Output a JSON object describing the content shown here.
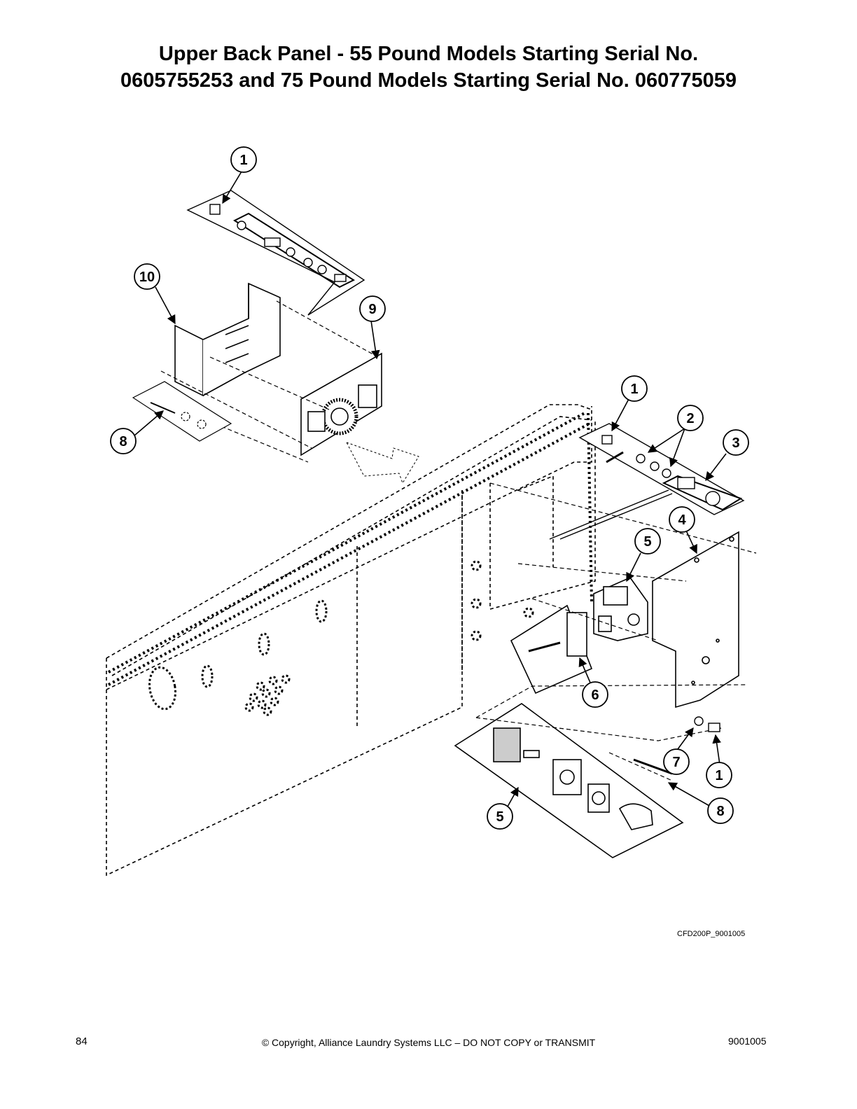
{
  "header": {
    "title_line1": "Upper Back Panel - 55 Pound Models Starting Serial No.",
    "title_line2": "0605755253 and 75 Pound Models Starting Serial No. 060775059"
  },
  "callouts": [
    {
      "id": "c1a",
      "label": "1"
    },
    {
      "id": "c10",
      "label": "10"
    },
    {
      "id": "c9",
      "label": "9"
    },
    {
      "id": "c8a",
      "label": "8"
    },
    {
      "id": "c1b",
      "label": "1"
    },
    {
      "id": "c2",
      "label": "2"
    },
    {
      "id": "c3",
      "label": "3"
    },
    {
      "id": "c4",
      "label": "4"
    },
    {
      "id": "c5a",
      "label": "5"
    },
    {
      "id": "c6",
      "label": "6"
    },
    {
      "id": "c7",
      "label": "7"
    },
    {
      "id": "c1c",
      "label": "1"
    },
    {
      "id": "c8b",
      "label": "8"
    },
    {
      "id": "c5b",
      "label": "5"
    }
  ],
  "drawing_id": "CFD200P_9001005",
  "footer": {
    "page_number": "84",
    "copyright": "© Copyright, Alliance Laundry Systems LLC – DO NOT COPY or TRANSMIT",
    "doc_number": "9001005"
  }
}
